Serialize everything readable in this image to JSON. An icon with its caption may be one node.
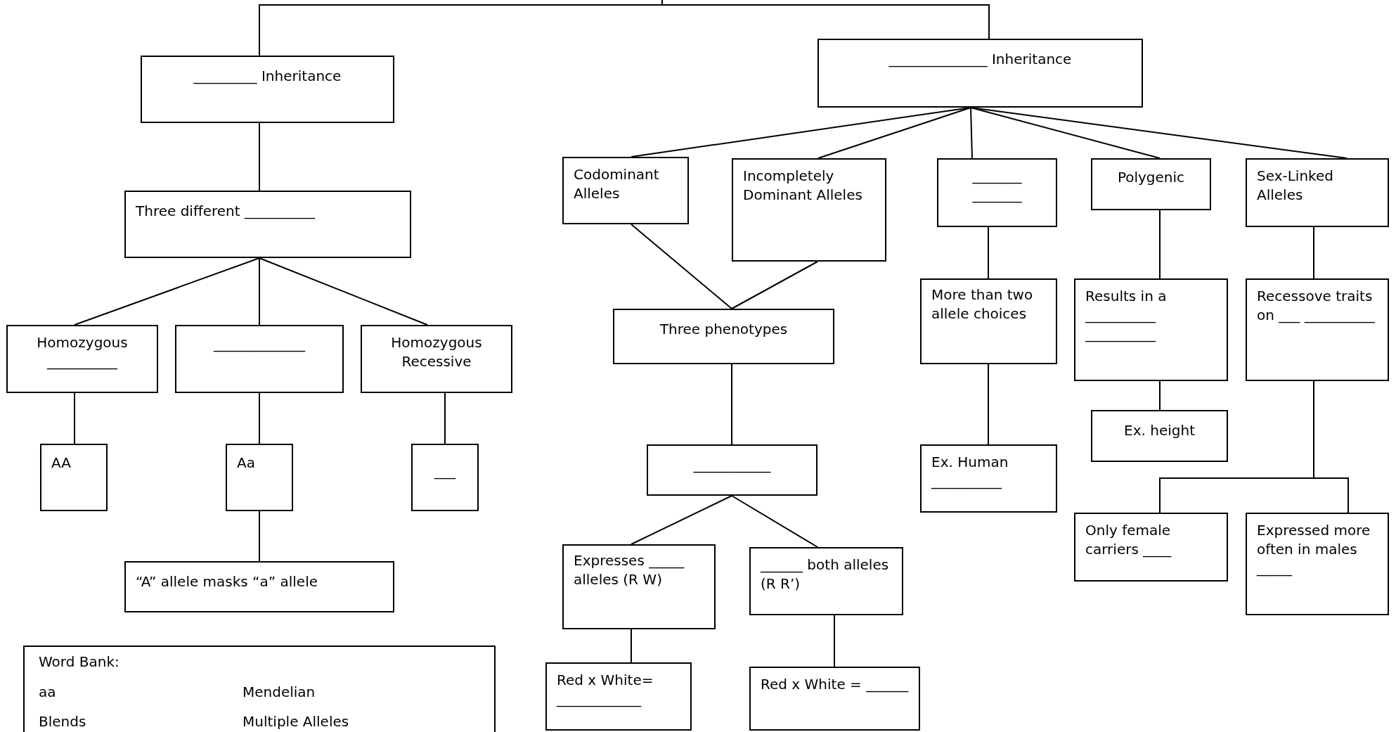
{
  "diagram": {
    "nodes": [
      {
        "text": [
          "_________ Inheritance"
        ]
      },
      {
        "text": [
          "______________ Inheritance"
        ]
      },
      {
        "text": [
          "Three different __________"
        ]
      },
      {
        "text": [
          "Homozygous __________"
        ]
      },
      {
        "text": [
          "_____________"
        ]
      },
      {
        "text": [
          "Homozygous Recessive"
        ]
      },
      {
        "text": [
          "AA"
        ]
      },
      {
        "text": [
          "Aa"
        ]
      },
      {
        "text": [
          "___"
        ]
      },
      {
        "text": [
          "“A” allele masks “a” allele"
        ]
      },
      {
        "text": [
          "Word Bank:",
          "aa",
          "Mendelian",
          "Blends",
          "Multiple Alleles"
        ]
      },
      {
        "text": [
          "Codominant Alleles"
        ]
      },
      {
        "text": [
          "Incompletely Dominant Alleles"
        ]
      },
      {
        "text": [
          "_______ _______"
        ]
      },
      {
        "text": [
          "Polygenic"
        ]
      },
      {
        "text": [
          "Sex-Linked Alleles"
        ]
      },
      {
        "text": [
          "Three phenotypes"
        ]
      },
      {
        "text": [
          "More than two allele choices"
        ]
      },
      {
        "text": [
          "Results in a __________ __________"
        ]
      },
      {
        "text": [
          "Recessove traits on ___ __________"
        ]
      },
      {
        "text": [
          "___________"
        ]
      },
      {
        "text": [
          "Ex. Human __________"
        ]
      },
      {
        "text": [
          "Ex. height"
        ]
      },
      {
        "text": [
          "Expresses _____ alleles (R W)"
        ]
      },
      {
        "text": [
          "______ both alleles (R R’)"
        ]
      },
      {
        "text": [
          "Only female carriers ____"
        ]
      },
      {
        "text": [
          "Expressed more often in males _____"
        ]
      },
      {
        "text": [
          "Red x White= ____________"
        ]
      },
      {
        "text": [
          "Red x White = ______"
        ]
      }
    ],
    "edges": [
      {
        "from": null,
        "to": 0,
        "arrow": "none"
      },
      {
        "from": null,
        "to": 1,
        "arrow": "none"
      },
      {
        "from": 0,
        "to": 2,
        "arrow": "none"
      },
      {
        "from": 2,
        "to": 3,
        "arrow": "none"
      },
      {
        "from": 2,
        "to": 4,
        "arrow": "none"
      },
      {
        "from": 2,
        "to": 5,
        "arrow": "none"
      },
      {
        "from": 3,
        "to": 6,
        "arrow": "none"
      },
      {
        "from": 4,
        "to": 7,
        "arrow": "none"
      },
      {
        "from": 5,
        "to": 8,
        "arrow": "none"
      },
      {
        "from": 7,
        "to": 9,
        "arrow": "none"
      },
      {
        "from": 1,
        "to": 11,
        "arrow": "none"
      },
      {
        "from": 1,
        "to": 12,
        "arrow": "none"
      },
      {
        "from": 1,
        "to": 13,
        "arrow": "none"
      },
      {
        "from": 1,
        "to": 14,
        "arrow": "none"
      },
      {
        "from": 1,
        "to": 15,
        "arrow": "none"
      },
      {
        "from": 11,
        "to": 16,
        "arrow": "none"
      },
      {
        "from": 12,
        "to": 16,
        "arrow": "none"
      },
      {
        "from": 16,
        "to": 20,
        "arrow": "none"
      },
      {
        "from": 20,
        "to": 23,
        "arrow": "none"
      },
      {
        "from": 20,
        "to": 24,
        "arrow": "none"
      },
      {
        "from": 23,
        "to": 27,
        "arrow": "none"
      },
      {
        "from": 24,
        "to": 28,
        "arrow": "none"
      },
      {
        "from": 13,
        "to": 17,
        "arrow": "none"
      },
      {
        "from": 17,
        "to": 21,
        "arrow": "none"
      },
      {
        "from": 14,
        "to": 18,
        "arrow": "none"
      },
      {
        "from": 18,
        "to": 22,
        "arrow": "none"
      },
      {
        "from": 15,
        "to": 19,
        "arrow": "none"
      },
      {
        "from": 19,
        "to": 25,
        "arrow": "none"
      },
      {
        "from": 19,
        "to": 26,
        "arrow": "none"
      }
    ]
  }
}
